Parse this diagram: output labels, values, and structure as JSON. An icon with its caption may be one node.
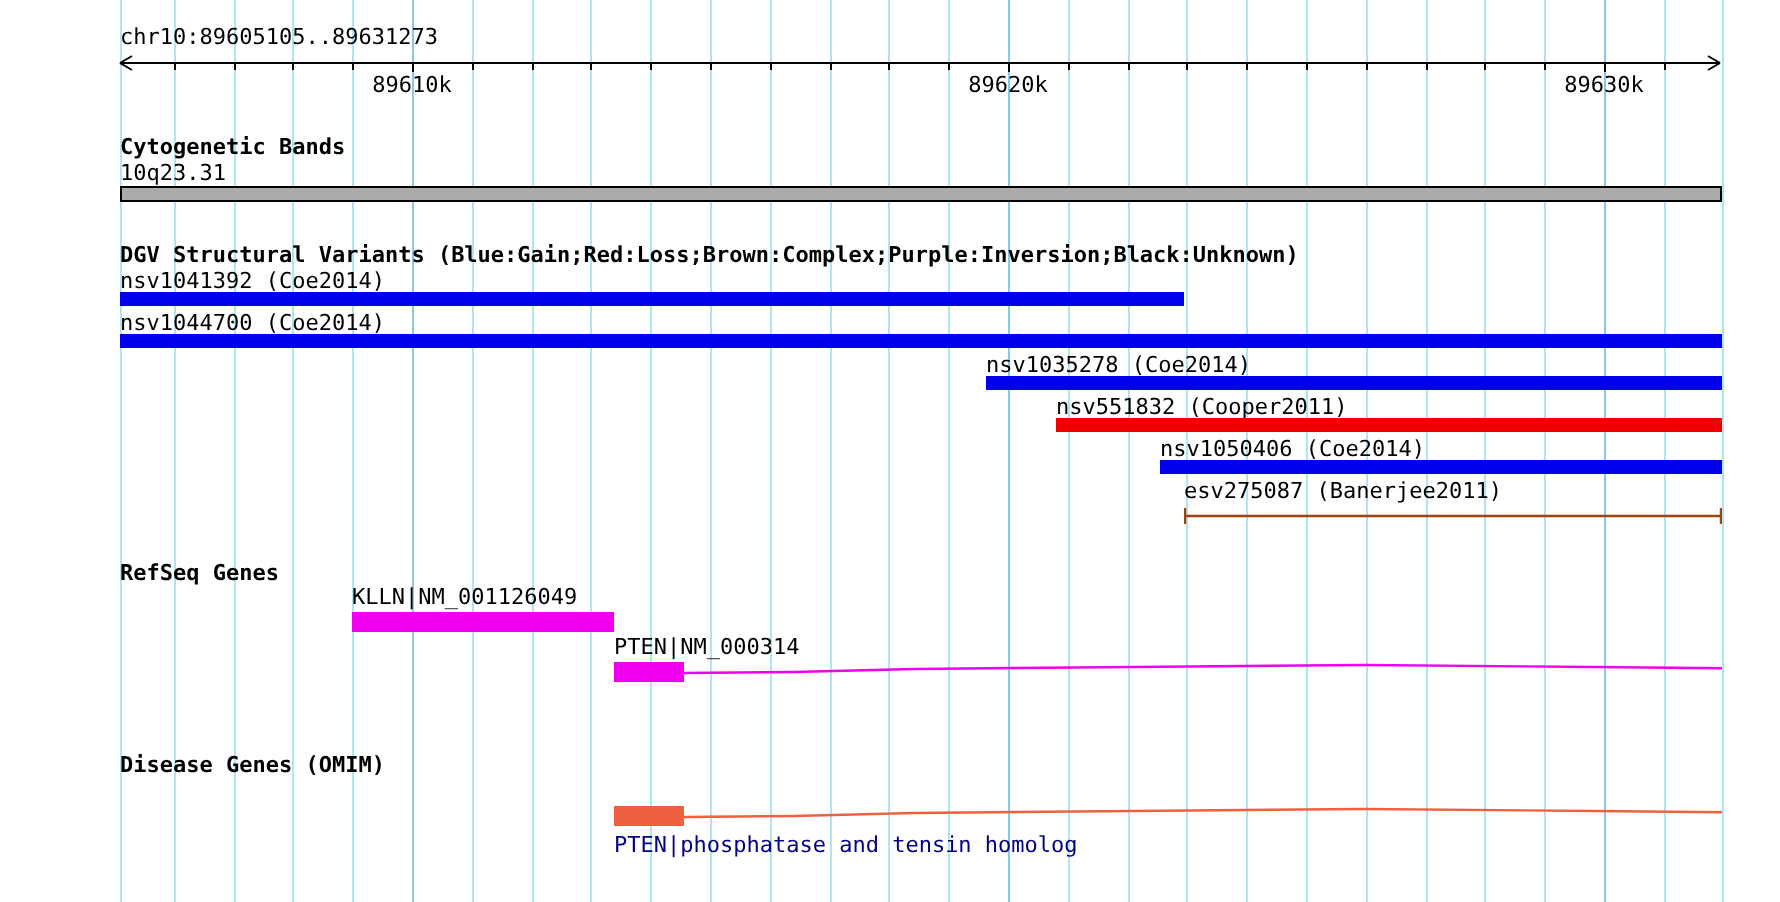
{
  "diagram": {
    "nodes": [
      {
        "text": [
          "10q23.31"
        ]
      },
      {
        "text": [
          "nsv1041392 (Coe2014)"
        ]
      },
      {
        "text": [
          "nsv1044700 (Coe2014)"
        ]
      },
      {
        "text": [
          "nsv1035278 (Coe2014)"
        ]
      },
      {
        "text": [
          "nsv551832 (Cooper2011)"
        ]
      },
      {
        "text": [
          "nsv1050406 (Coe2014)"
        ]
      },
      {
        "text": [
          "esv275087 (Banerjee2011)"
        ]
      },
      {
        "text": [
          "KLLN|NM_001126049"
        ]
      },
      {
        "text": [
          "PTEN|NM_000314"
        ]
      },
      {
        "text": [
          "PTEN|phosphatase and tensin homolog"
        ]
      }
    ],
    "edges": [],
    "labels": [
      "chr10:89605105..89631273",
      "89610k",
      "89620k",
      "89630k",
      "Cytogenetic Bands",
      "DGV Structural Variants (Blue:Gain;Red:Loss;Brown:Complex;Purple:Inversion;Black:Unknown)",
      "RefSeq Genes",
      "Disease Genes (OMIM)"
    ]
  }
}
